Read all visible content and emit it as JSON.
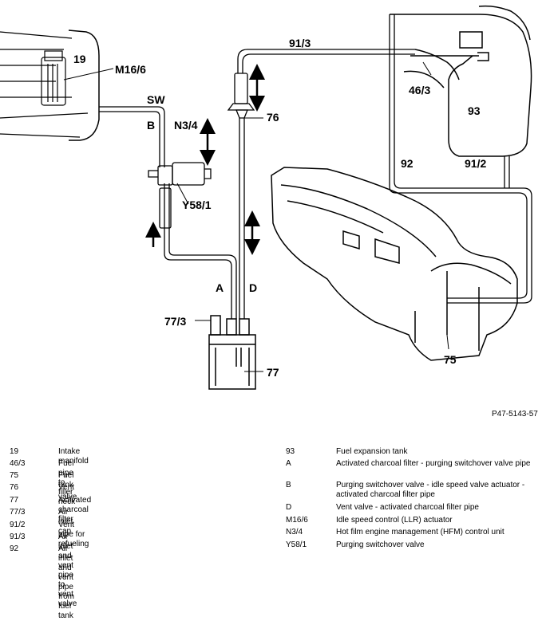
{
  "diagram": {
    "reference": "P47-5143-57",
    "labels": {
      "l19": "19",
      "m16_6": "M16/6",
      "sw": "SW",
      "b": "B",
      "n3_4": "N3/4",
      "y58_1": "Y58/1",
      "l91_3": "91/3",
      "l46_3": "46/3",
      "l93": "93",
      "l76": "76",
      "l92": "92",
      "l91_2": "91/2",
      "a": "A",
      "d": "D",
      "l77_3": "77/3",
      "l77": "77",
      "l75": "75"
    }
  },
  "legend": {
    "left": [
      {
        "code": "19",
        "desc": "Intake manifold"
      },
      {
        "code": "46/3",
        "desc": "Fuel pipe to filler neck"
      },
      {
        "code": "75",
        "desc": "Fuel tank"
      },
      {
        "code": "76",
        "desc": "Vent valve"
      },
      {
        "code": "77",
        "desc": "Activated charcoal filter"
      },
      {
        "code": "77/3",
        "desc": "Air inlet cap"
      },
      {
        "code": "91/2",
        "desc": "Vent pipe for refueling"
      },
      {
        "code": "91/3",
        "desc": "Air inlet and vent pipe to vent valve"
      },
      {
        "code": "92",
        "desc": "Air inlet and vent pipe from fuel tank"
      }
    ],
    "right": [
      {
        "code": "93",
        "desc": "Fuel expansion tank"
      },
      {
        "code": "A",
        "desc": "Activated charcoal filter - purging switchover valve pipe"
      },
      {
        "code": "B",
        "desc": "Purging switchover valve - idle speed valve actuator - activated charcoal filter pipe"
      },
      {
        "code": "D",
        "desc": "Vent valve - activated charcoal filter pipe"
      },
      {
        "code": "M16/6",
        "desc": "Idle speed control (LLR) actuator"
      },
      {
        "code": "N3/4",
        "desc": "Hot film engine management (HFM) control unit"
      },
      {
        "code": "Y58/1",
        "desc": "Purging switchover valve"
      }
    ]
  }
}
